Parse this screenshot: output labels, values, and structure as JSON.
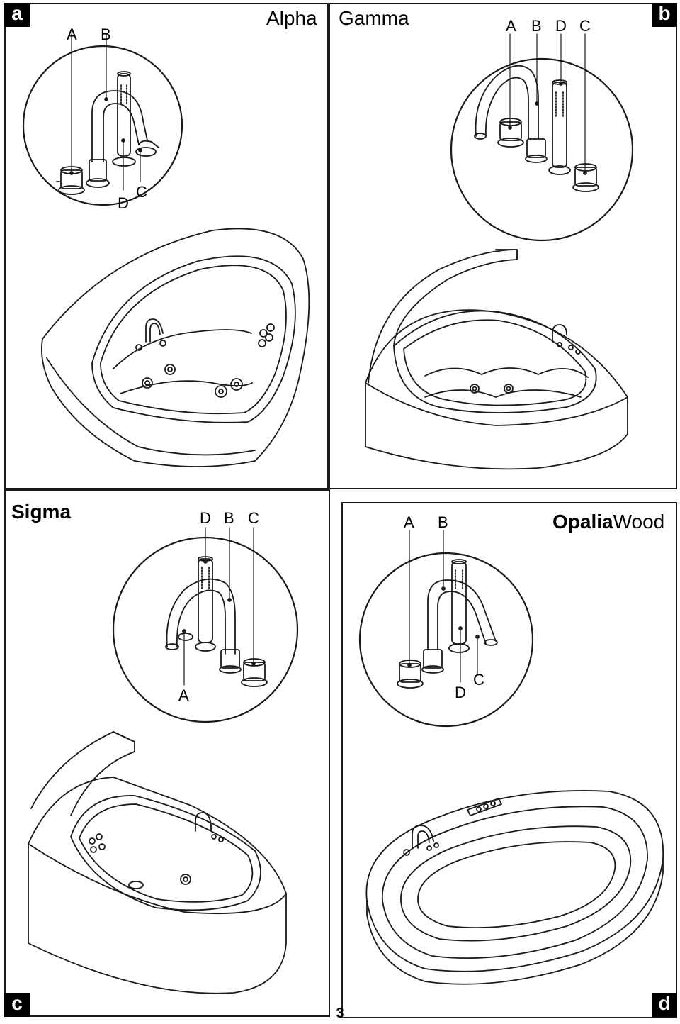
{
  "page_number": "3",
  "panels": [
    {
      "tag": "a",
      "model": "Alpha",
      "top_labels": [
        "A",
        "B"
      ],
      "bottom_labels": [
        "D",
        "C"
      ]
    },
    {
      "tag": "b",
      "model": "Gamma",
      "top_labels": [
        "A",
        "B",
        "D",
        "C"
      ]
    },
    {
      "tag": "c",
      "model": "Sigma",
      "top_labels": [
        "D",
        "B",
        "C"
      ],
      "bottom_labels": [
        "A"
      ]
    },
    {
      "tag": "d",
      "model_bold": "Opalia",
      "model_regular": "Wood",
      "top_labels": [
        "A",
        "B"
      ],
      "bottom_labels": [
        "D",
        "C"
      ]
    }
  ]
}
